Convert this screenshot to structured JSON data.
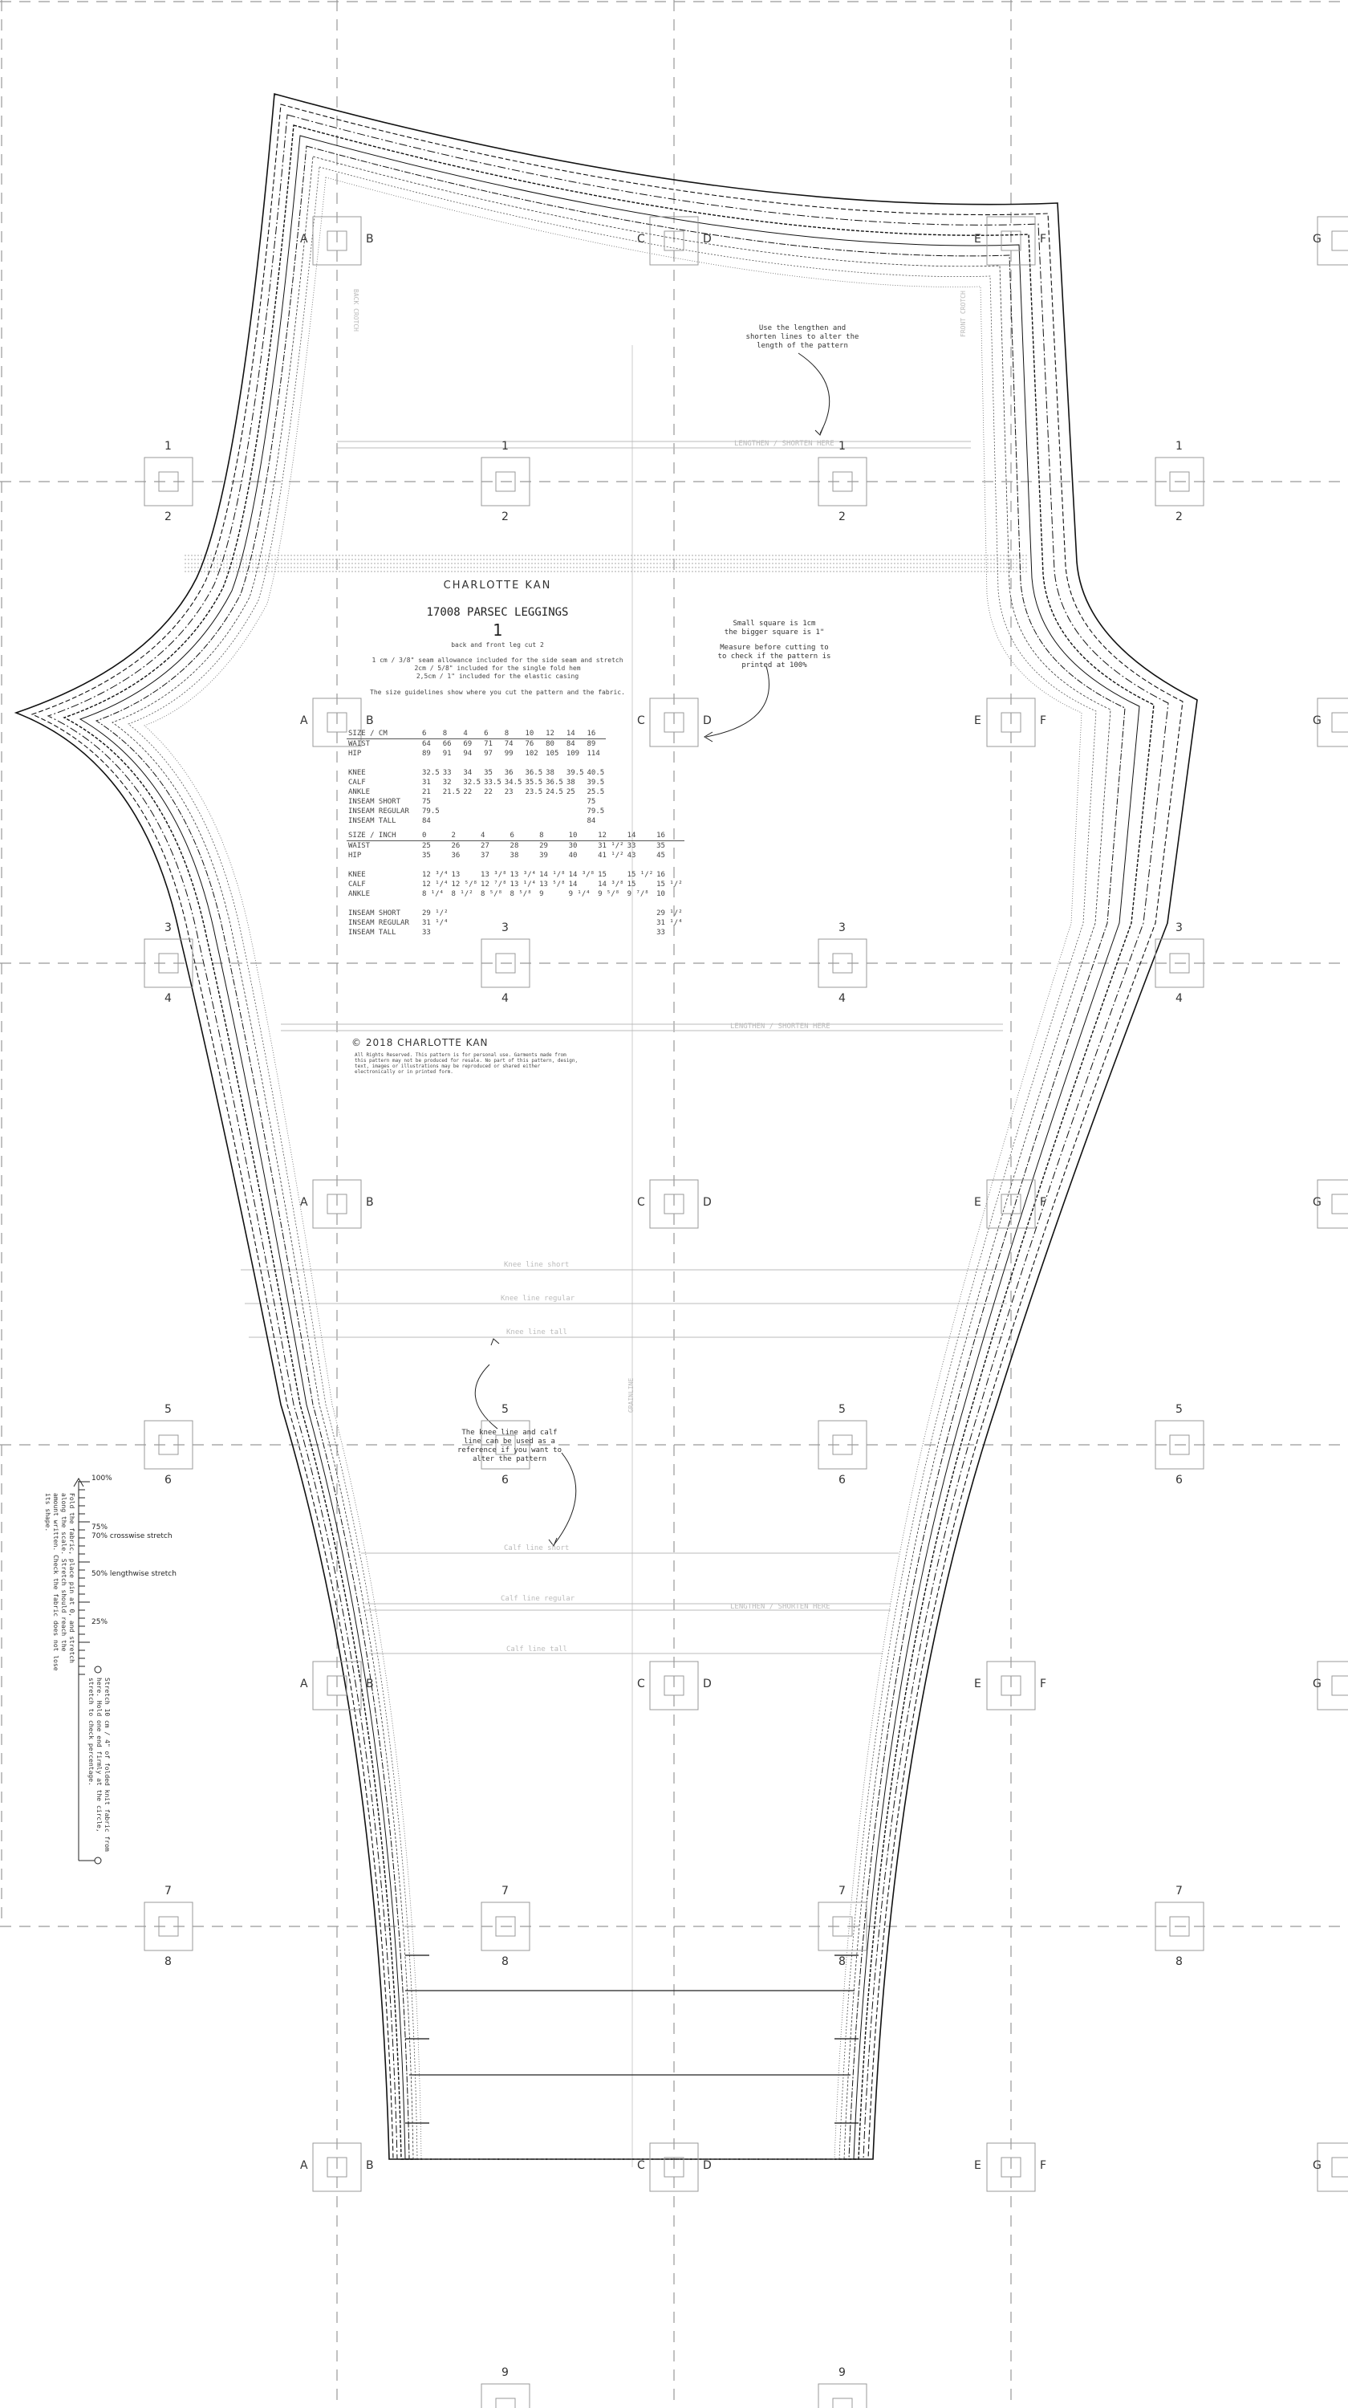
{
  "document": {
    "brand": "CHARLOTTE KAN",
    "pattern_title": "17008 PARSEC LEGGINGS",
    "piece_number": "1",
    "piece_subtitle": "back and front leg cut 2",
    "allowance_notes": [
      "1 cm / 3/8\" seam allowance included for the side seam and stretch",
      "2cm / 5/8\" included for the single fold hem",
      "2,5cm / 1\" included for the elastic casing"
    ],
    "size_guide_note": "The size guidelines show where you cut the pattern and the fabric.",
    "copyright": "© 2018  CHARLOTTE KAN",
    "rights_text": "All Rights Reserved. This pattern is for personal use. Garments made from this pattern may not be produced for resale. No part of this pattern, design, text, images or illustrations may be reproduced or shared either electronically or in printed form."
  },
  "size_table_cm": {
    "header": [
      "SIZE / CM",
      "6",
      "8",
      "4",
      "6",
      "8",
      "10",
      "12",
      "14",
      "16"
    ],
    "rows": [
      {
        "label": "WAIST",
        "values": [
          "64",
          "66",
          "69",
          "71",
          "74",
          "76",
          "80",
          "84",
          "89"
        ]
      },
      {
        "label": "HIP",
        "values": [
          "89",
          "91",
          "94",
          "97",
          "99",
          "102",
          "105",
          "109",
          "114"
        ]
      },
      {
        "label": "",
        "values": []
      },
      {
        "label": "KNEE",
        "values": [
          "32.5",
          "33",
          "34",
          "35",
          "36",
          "36.5",
          "38",
          "39.5",
          "40.5"
        ]
      },
      {
        "label": "CALF",
        "values": [
          "31",
          "32",
          "32.5",
          "33.5",
          "34.5",
          "35.5",
          "36.5",
          "38",
          "39.5"
        ]
      },
      {
        "label": "ANKLE",
        "values": [
          "21",
          "21.5",
          "22",
          "22",
          "23",
          "23.5",
          "24.5",
          "25",
          "25.5"
        ]
      },
      {
        "label": "INSEAM SHORT",
        "values": [
          "75",
          "",
          "",
          "",
          "",
          "",
          "",
          "",
          "75"
        ]
      },
      {
        "label": "INSEAM REGULAR",
        "values": [
          "79.5",
          "",
          "",
          "",
          "",
          "",
          "",
          "",
          "79.5"
        ]
      },
      {
        "label": "INSEAM TALL",
        "values": [
          "84",
          "",
          "",
          "",
          "",
          "",
          "",
          "",
          "84"
        ]
      }
    ]
  },
  "size_table_inch": {
    "header": [
      "SIZE / INCH",
      "0",
      "2",
      "4",
      "6",
      "8",
      "10",
      "12",
      "14",
      "16"
    ],
    "rows": [
      {
        "label": "WAIST",
        "values": [
          "25",
          "26",
          "27",
          "28",
          "29",
          "30",
          "31 ¹/²",
          "33",
          "35"
        ]
      },
      {
        "label": "HIP",
        "values": [
          "35",
          "36",
          "37",
          "38",
          "39",
          "40",
          "41 ¹/²",
          "43",
          "45"
        ]
      },
      {
        "label": "",
        "values": []
      },
      {
        "label": "KNEE",
        "values": [
          "12 ³/⁴",
          "13",
          "13 ³/⁸",
          "13 ³/⁴",
          "14 ¹/⁸",
          "14 ³/⁸",
          "15",
          "15 ¹/²",
          "16"
        ]
      },
      {
        "label": "CALF",
        "values": [
          "12 ¹/⁴",
          "12 ⁵/⁸",
          "12 ⁷/⁸",
          "13 ¹/⁴",
          "13 ⁵/⁸",
          "14",
          "14 ³/⁸",
          "15",
          "15 ¹/²"
        ]
      },
      {
        "label": "ANKLE",
        "values": [
          "8 ¹/⁴",
          "8 ¹/²",
          "8 ⁵/⁸",
          "8 ⁵/⁸",
          "9",
          "9 ¹/⁴",
          "9 ⁵/⁸",
          "9 ⁷/⁸",
          "10"
        ]
      },
      {
        "label": "",
        "values": []
      },
      {
        "label": "INSEAM SHORT",
        "values": [
          "29 ¹/²",
          "",
          "",
          "",
          "",
          "",
          "",
          "",
          "29 ¹/²"
        ]
      },
      {
        "label": "INSEAM REGULAR",
        "values": [
          "31 ¹/⁴",
          "",
          "",
          "",
          "",
          "",
          "",
          "",
          "31 ¹/⁴"
        ]
      },
      {
        "label": "INSEAM TALL",
        "values": [
          "33",
          "",
          "",
          "",
          "",
          "",
          "",
          "",
          "33"
        ]
      }
    ]
  },
  "annotations": {
    "lengthen_note": "Use the lengthen and shorten lines to alter the length of the pattern",
    "square_note_1": "Small square is 1cm",
    "square_note_2": "the bigger square is 1\"",
    "square_note_3": "Measure before cutting to to check if the pattern is printed at 100%",
    "knee_calf_note": "The knee line and calf line can be used as a reference if you want to alter the pattern",
    "lengthen_shorten_label": "LENGTHEN / SHORTEN HERE",
    "knee_short": "Knee line short",
    "knee_regular": "Knee line regular",
    "knee_tall": "Knee line tall",
    "calf_short": "Calf line short",
    "calf_regular": "Calf line regular",
    "calf_tall": "Calf line tall",
    "back_crotch": "BACK CROTCH",
    "front_crotch": "FRONT CROTCH",
    "grainline": "GRAINLINE"
  },
  "stretch_scale": {
    "labels": [
      "100%",
      "75%",
      "70% crosswise stretch",
      "50% lengthwise stretch",
      "25%"
    ],
    "instructions": "Fold the fabric, place pin at 0, and stretch along the scale. Stretch should reach the amount written. Check the fabric does not lose its shape.",
    "instructions_2": "Stretch 10 cm / 4\" of folded knit fabric from here. Hold one end firmly at the circle, stretch to check percentage."
  },
  "tiles": {
    "columns": [
      "A",
      "B",
      "C",
      "D",
      "E",
      "F",
      "G"
    ],
    "rows": [
      "1",
      "2",
      "3",
      "4",
      "5",
      "6",
      "7",
      "8",
      "9"
    ]
  }
}
